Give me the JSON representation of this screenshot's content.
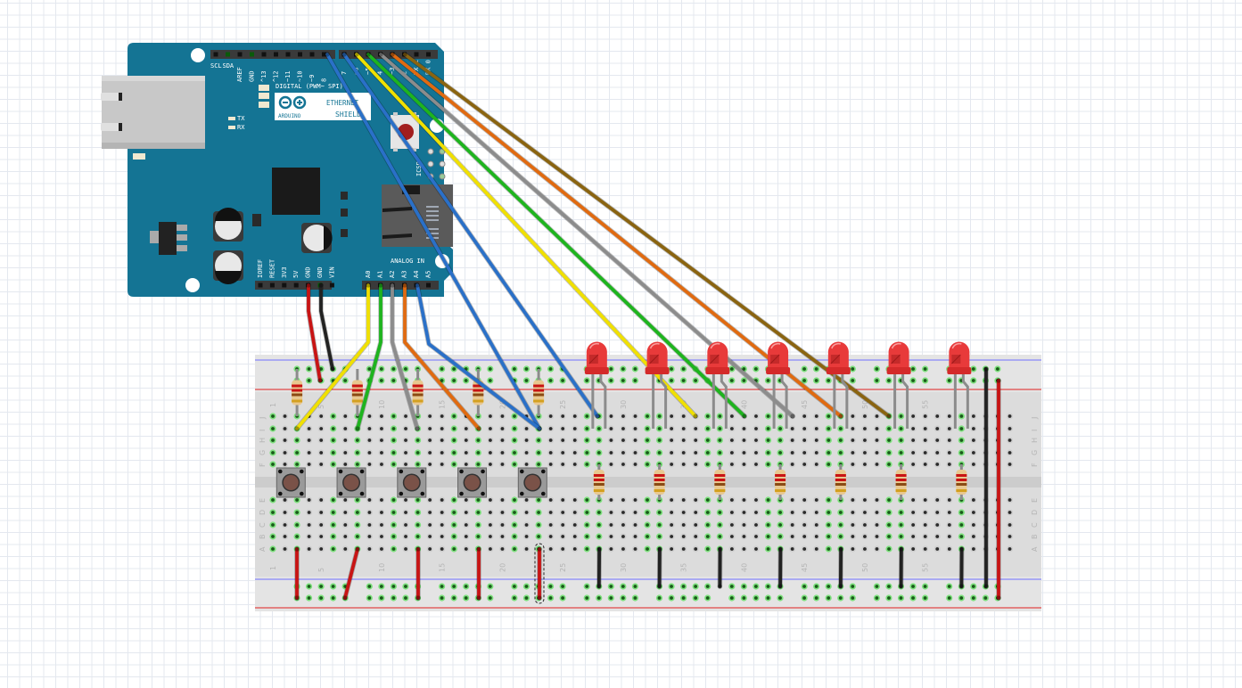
{
  "board": {
    "name": "Arduino Ethernet Shield",
    "logo_text": "ARDUINO",
    "label_line1": "ETHERNET",
    "label_line2": "SHIELD",
    "digital_label": "DIGITAL (PWM~ SPI)",
    "analog_label": "ANALOG IN",
    "icsp_label": "ICSP",
    "tx_label": "TX",
    "rx_label": "RX",
    "top_left_pins": [
      "SCL",
      "SDA",
      "AREF",
      "GND",
      "^13",
      "^12",
      "~11",
      "~10",
      "~9",
      "8"
    ],
    "top_right_pins": [
      "7",
      "~6",
      "~5",
      "4",
      "~3",
      "2",
      "TX 1",
      "RX 0"
    ],
    "power_pins": [
      "IOREF",
      "RESET",
      "3V3",
      "5V",
      "GND",
      "GND",
      "VIN"
    ],
    "analog_pins": [
      "A0",
      "A1",
      "A2",
      "A3",
      "A4",
      "A5"
    ],
    "colors": {
      "pcb": "#147494",
      "header": "#3a3a3a"
    }
  },
  "breadboard": {
    "column_labels": [
      "1",
      "5",
      "10",
      "15",
      "20",
      "25",
      "30",
      "35",
      "40",
      "45",
      "50",
      "55"
    ],
    "top_row_labels": [
      "J",
      "I",
      "H",
      "G",
      "F"
    ],
    "bottom_row_labels": [
      "E",
      "D",
      "C",
      "B",
      "A"
    ],
    "rail_colors": {
      "positive": "#e02020",
      "negative": "#5a5aff"
    }
  },
  "components": {
    "leds": {
      "count": 7,
      "color": "#e83a3a",
      "columns": [
        28,
        33,
        38,
        43,
        48,
        53,
        58
      ]
    },
    "buttons": {
      "count": 5,
      "columns": [
        3,
        8,
        13,
        18,
        23
      ]
    },
    "pull_resistors": {
      "count": 5,
      "columns": [
        3,
        8,
        13,
        18,
        23
      ],
      "bands": [
        "#c81414",
        "#c81414",
        "#8a4a14",
        "#d4a020"
      ]
    },
    "led_resistors": {
      "count": 7,
      "columns": [
        28,
        33,
        38,
        43,
        48,
        53,
        58
      ]
    }
  },
  "wires": {
    "colors": {
      "red": "#c81414",
      "black": "#222222",
      "yellow": "#f0e000",
      "green": "#1eb41e",
      "gray": "#8c8c8c",
      "orange": "#e06a10",
      "blue": "#2a70c8",
      "brown": "#8a6410"
    },
    "digital_connections": [
      {
        "pin": "8",
        "color": "blue"
      },
      {
        "pin": "7",
        "color": "blue"
      },
      {
        "pin": "~6",
        "color": "yellow"
      },
      {
        "pin": "~5",
        "color": "green"
      },
      {
        "pin": "4",
        "color": "gray"
      },
      {
        "pin": "~3",
        "color": "orange"
      },
      {
        "pin": "2",
        "color": "brown"
      }
    ],
    "analog_connections": [
      {
        "pin": "A0",
        "color": "yellow"
      },
      {
        "pin": "A1",
        "color": "green"
      },
      {
        "pin": "A2",
        "color": "gray"
      },
      {
        "pin": "A3",
        "color": "orange"
      },
      {
        "pin": "A4",
        "color": "blue"
      }
    ],
    "power_connections": [
      {
        "pin": "5V",
        "color": "red"
      },
      {
        "pin": "GND",
        "color": "black"
      }
    ]
  }
}
